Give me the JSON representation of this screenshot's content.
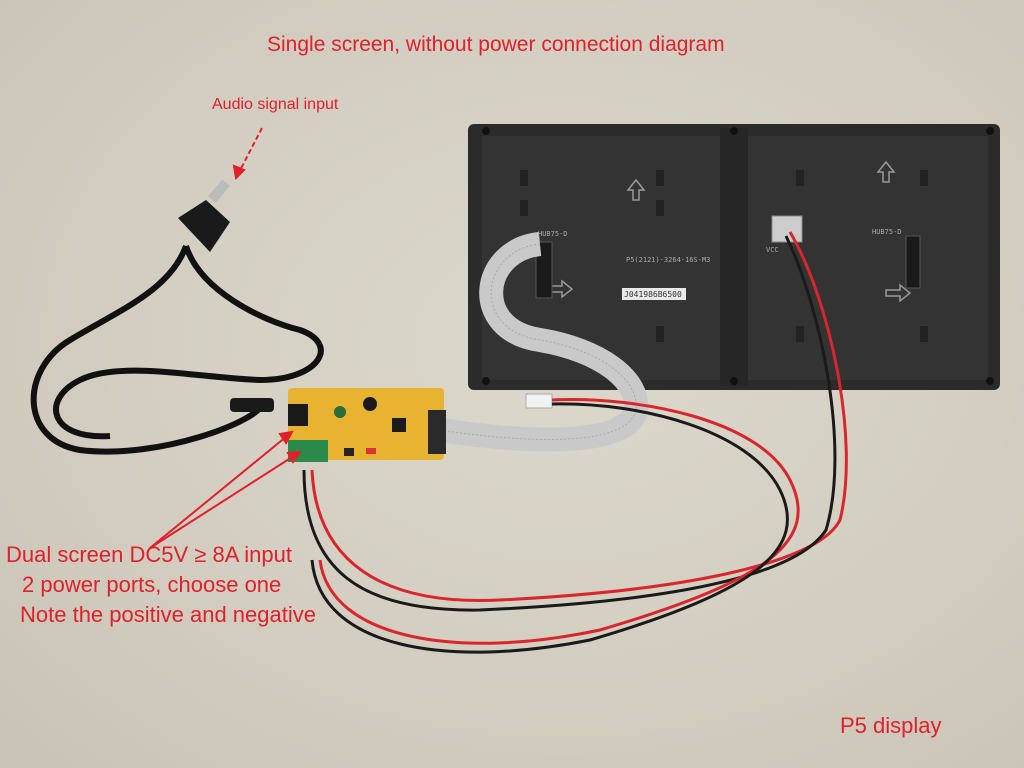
{
  "annotations": {
    "title": "Single screen, without power connection diagram",
    "audio_input": "Audio signal input",
    "power_lines": [
      "Dual screen DC5V ≥ 8A input",
      "2 power ports, choose one",
      "Note the positive and negative"
    ],
    "display_label": "P5 display"
  },
  "panel_silkscreen": {
    "connector_left": "HUB75-D",
    "connector_right": "HUB75-D",
    "model": "P5(2121)-3264-16S-M3",
    "sticker": "J041986B6500",
    "vcc_label": "VCC"
  },
  "colors": {
    "annotation": "#e0202a",
    "background": "#d6d1c5",
    "panel": "#2b2b2b",
    "pcb": "#e8b330",
    "wire_red": "#d8262c",
    "wire_black": "#1a1a1a"
  }
}
